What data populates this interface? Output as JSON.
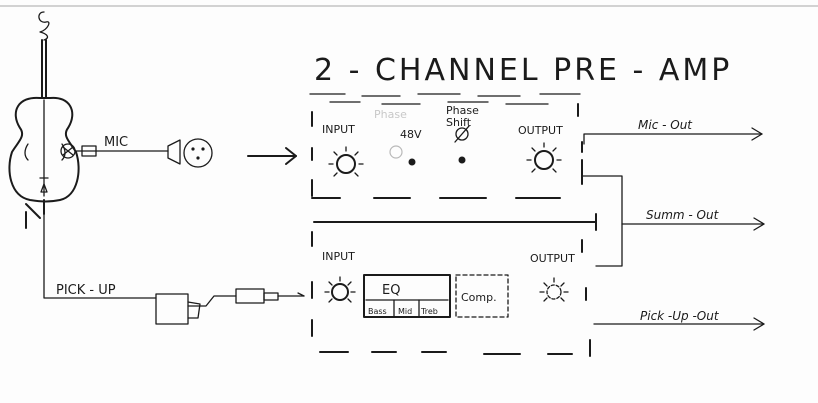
{
  "title": "2 - CHANNEL  PRE - AMP",
  "instrument": {
    "mic_label": "MIC",
    "pickup_label": "PICK - UP"
  },
  "channel1": {
    "input_label": "INPUT",
    "phantom_top": "Phase",
    "phantom_label": "48V",
    "phase_shift_top": "Phase",
    "phase_shift_bottom": "Shift",
    "output_label": "OUTPUT"
  },
  "channel2": {
    "input_label": "INPUT",
    "eq_label": "EQ",
    "eq_bands": [
      "Bass",
      "Mid",
      "Treb"
    ],
    "comp_label": "Comp.",
    "output_label": "OUTPUT"
  },
  "outputs": {
    "mic_out": "Mic - Out",
    "summ_out": "Summ - Out",
    "pickup_out": "Pick -Up -Out"
  }
}
